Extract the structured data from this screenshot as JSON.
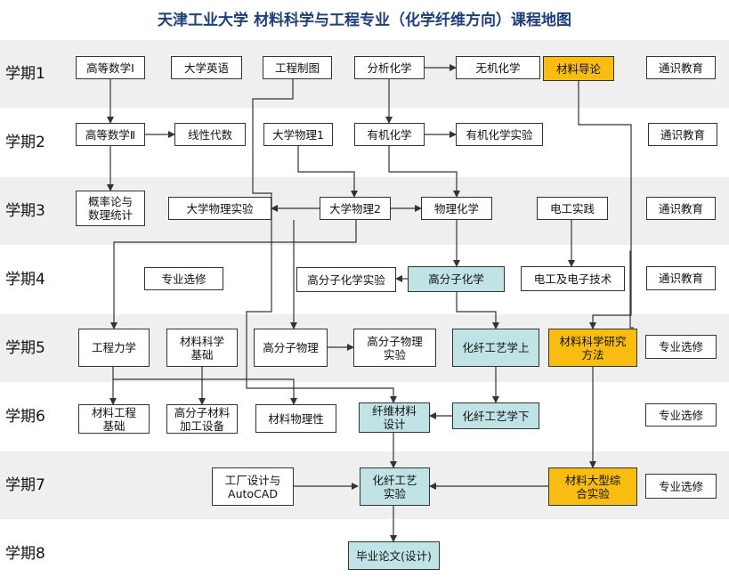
{
  "title": "天津工业大学 材料科学与工程专业（化学纤维方向）课程地图",
  "colors": {
    "title": "#1f3f7a",
    "band": "#efefef",
    "teal": "#c0e3e6",
    "orange": "#f9bc10",
    "line": "#333333"
  },
  "terms": [
    "学期1",
    "学期2",
    "学期3",
    "学期4",
    "学期5",
    "学期6",
    "学期7",
    "学期8"
  ],
  "courses": {
    "math1": "高等数学Ⅰ",
    "english": "大学英语",
    "drawing": "工程制图",
    "analytic_chem": "分析化学",
    "inorganic_chem": "无机化学",
    "materials_intro": "材料导论",
    "general_1": "通识教育",
    "math2": "高等数学Ⅱ",
    "linear_algebra": "线性代数",
    "physics1": "大学物理1",
    "organic_chem": "有机化学",
    "organic_lab": "有机化学实验",
    "general_2": "通识教育",
    "probability": "概率论与\n数理统计",
    "physics_lab": "大学物理实验",
    "physics2": "大学物理2",
    "physical_chem": "物理化学",
    "eng_practice": "电工实践",
    "general_3": "通识教育",
    "elective_4": "专业选修",
    "polymer_chem_lab": "高分子化学实验",
    "polymer_chem": "高分子化学",
    "electronics": "电工及电子技术",
    "general_4": "通识教育",
    "eng_mechanics": "工程力学",
    "materials_basis": "材料科学\n基础",
    "polymer_physics": "高分子物理",
    "polymer_physics_lab": "高分子物理\n实验",
    "fiber_process_1": "化纤工艺学上",
    "research_methods": "材料科学研究\n方法",
    "elective_5": "专业选修",
    "materials_eng_basis": "材料工程\n基础",
    "polymer_equipment": "高分子材料\n加工设备",
    "materials_physics": "材料物理性",
    "fiber_design": "纤维材料\n设计",
    "fiber_process_2": "化纤工艺学下",
    "elective_6": "专业选修",
    "plant_design": "工厂设计与\nAutoCAD",
    "fiber_lab": "化纤工艺\n实验",
    "comprehensive_lab": "材料大型综\n合实验",
    "elective_7": "专业选修",
    "thesis": "毕业论文(设计)"
  }
}
